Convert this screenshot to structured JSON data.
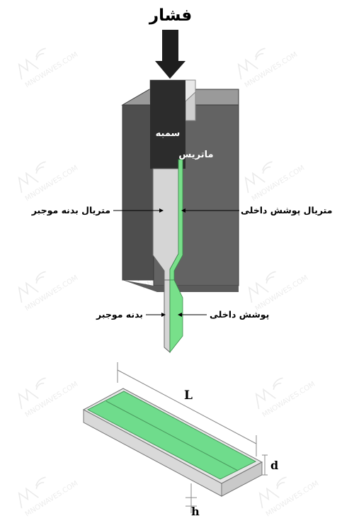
{
  "process_diagram": {
    "pressure_label": "فشار",
    "punch_label": "سمبه",
    "die_label": "ماتریس",
    "core_material_label": "متریال بدنه موجبر",
    "clad_material_label": "متریال پوشش داخلی",
    "core_label": "بدنه موجبر",
    "clad_label": "پوشش داخلی"
  },
  "waveguide_diagram": {
    "length_label": "L",
    "depth_label": "d",
    "height_label": "h"
  },
  "watermark": {
    "text": "MNOWAVES.COM",
    "logo": "MW"
  },
  "colors": {
    "die_body": "#5f5f5f",
    "punch": "#2c2c2c",
    "core_material": "#d5d5d5",
    "clad_material": "#78e08a",
    "channel_fill": "#6fdc8c"
  }
}
